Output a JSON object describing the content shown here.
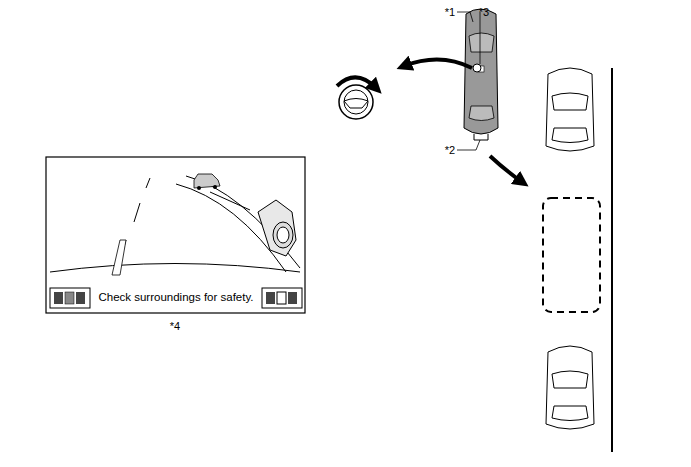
{
  "diagram": {
    "nodes": [
      {
        "text": [
          "Check surroundings for safety."
        ]
      }
    ],
    "labels": [
      "*1",
      "*3",
      "*2",
      "*4"
    ]
  }
}
